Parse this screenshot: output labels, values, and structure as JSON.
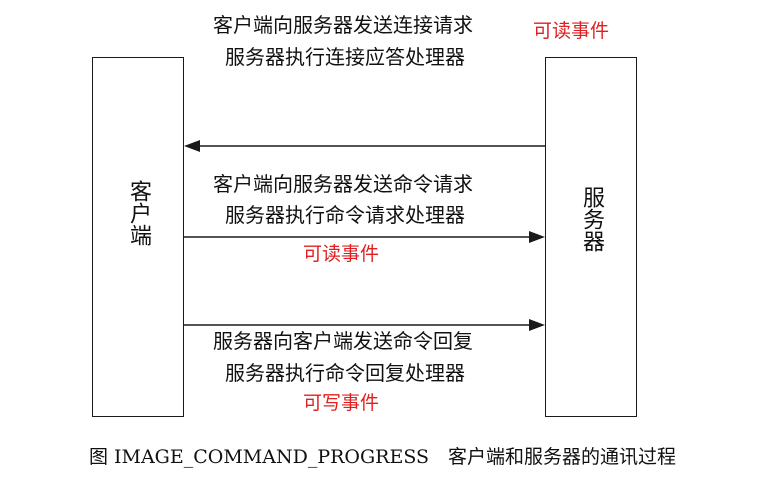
{
  "client": {
    "label": "客户端"
  },
  "server": {
    "label": "服务器"
  },
  "messages": {
    "connect": {
      "line1": "客户端向服务器发送连接请求",
      "line2": "服务器执行连接应答处理器",
      "event": "可读事件"
    },
    "command": {
      "line1": "客户端向服务器发送命令请求",
      "line2": "服务器执行命令请求处理器",
      "event": "可读事件"
    },
    "reply": {
      "line1": "服务器向客户端发送命令回复",
      "line2": "服务器执行命令回复处理器",
      "event": "可写事件"
    }
  },
  "caption": "图 IMAGE_COMMAND_PROGRESS　客户端和服务器的通讯过程",
  "colors": {
    "event_text": "#e02020",
    "line": "#1a1a1a"
  }
}
